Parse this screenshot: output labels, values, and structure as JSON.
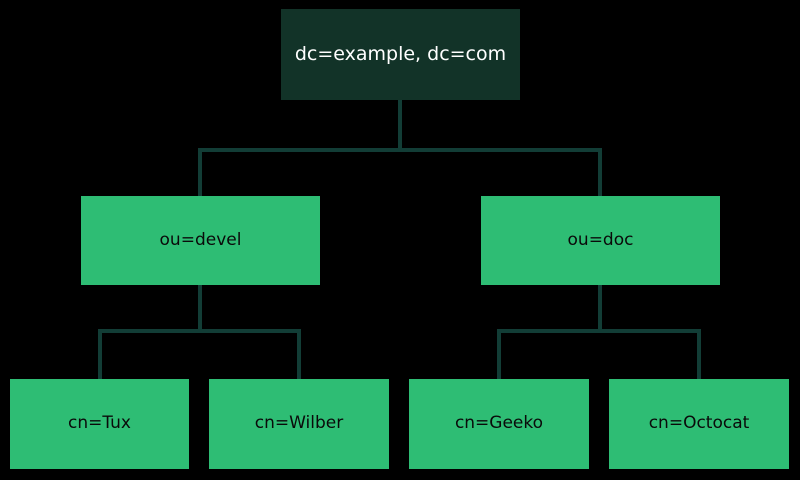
{
  "diagram": {
    "type": "ldap-directory-tree",
    "background_color": "#000000",
    "colors": {
      "root_fill": "#123328",
      "root_text": "#ffffff",
      "node_fill": "#2EBD74",
      "node_text": "#0a0a0a",
      "connector": "#123d36"
    },
    "root": {
      "label": "dc=example, dc=com"
    },
    "branches": [
      {
        "label": "ou=devel"
      },
      {
        "label": "ou=doc"
      }
    ],
    "leaves": [
      {
        "label": "cn=Tux"
      },
      {
        "label": "cn=Wilber"
      },
      {
        "label": "cn=Geeko"
      },
      {
        "label": "cn=Octocat"
      }
    ]
  }
}
